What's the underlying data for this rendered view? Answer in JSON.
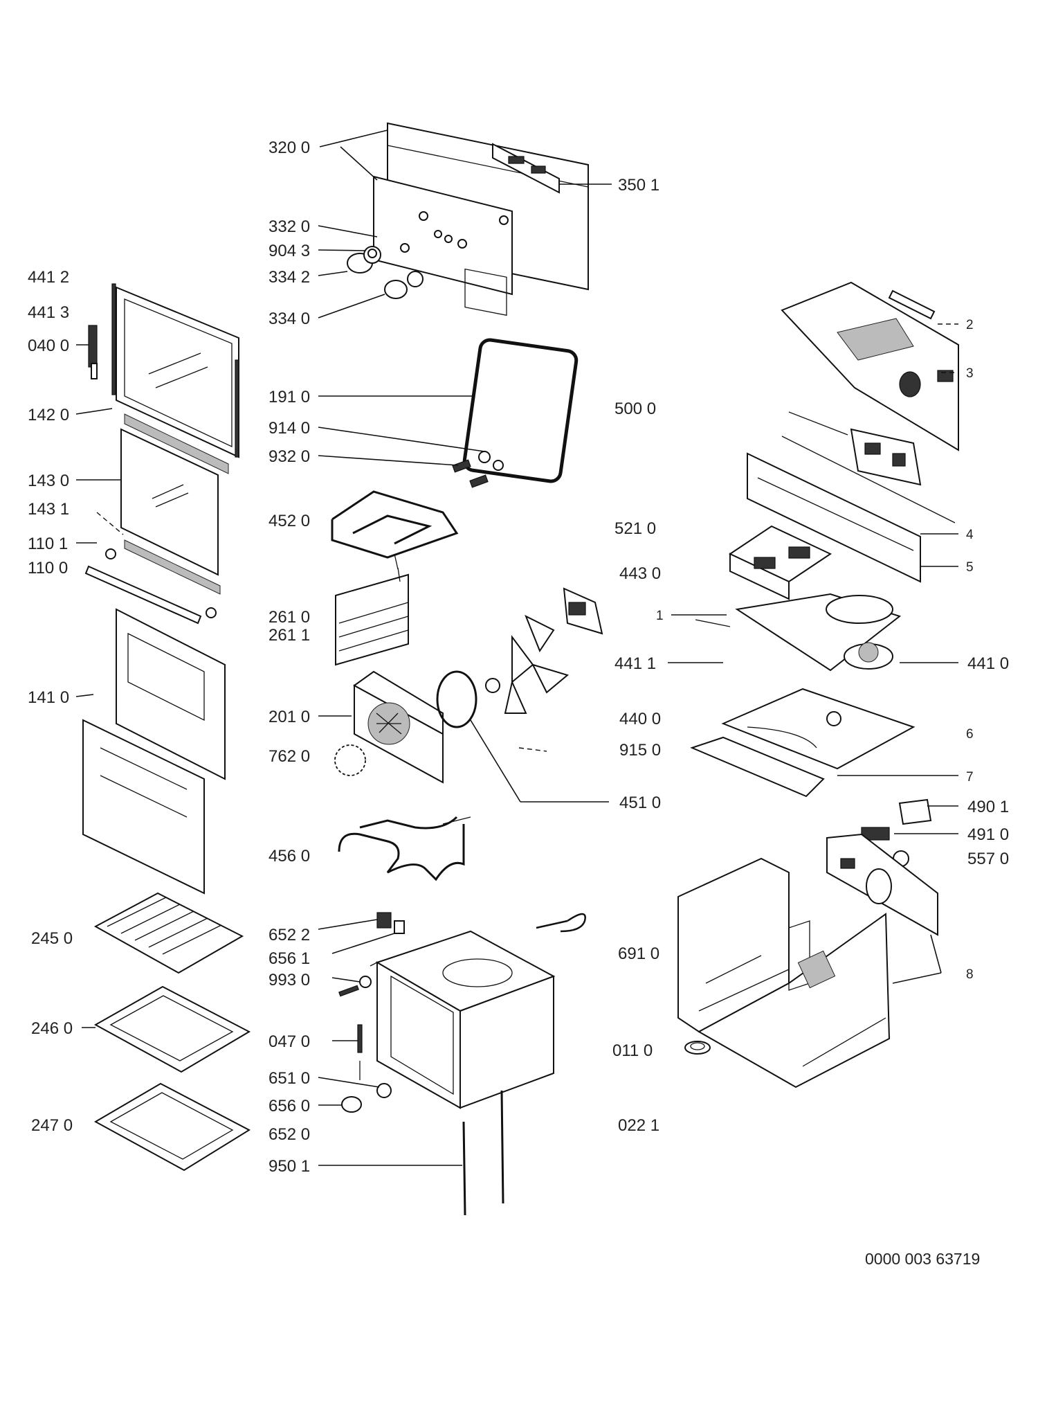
{
  "labels": {
    "320_0": "320 0",
    "350_1": "350 1",
    "332_0": "332 0",
    "904_3": "904 3",
    "334_2": "334 2",
    "334_0": "334 0",
    "441_2": "441 2",
    "441_3": "441 3",
    "040_0": "040 0",
    "142_0": "142 0",
    "143_0": "143 0",
    "143_1": "143 1",
    "110_1": "110 1",
    "110_0": "110 0",
    "141_0": "141 0",
    "245_0": "245 0",
    "246_0": "246 0",
    "247_0": "247 0",
    "191_0": "191 0",
    "914_0": "914 0",
    "932_0": "932 0",
    "452_0": "452 0",
    "261_0": "261 0",
    "261_1": "261 1",
    "201_0": "201 0",
    "762_0": "762 0",
    "456_0": "456 0",
    "652_2": "652 2",
    "656_1": "656 1",
    "993_0": "993 0",
    "047_0": "047 0",
    "651_0": "651 0",
    "656_0": "656 0",
    "652_0": "652 0",
    "950_1": "950 1",
    "500_0": "500 0",
    "521_0": "521 0",
    "443_0": "443 0",
    "441_1": "441 1",
    "440_0": "440 0",
    "915_0": "915 0",
    "451_0": "451 0",
    "691_0": "691 0",
    "011_0": "011 0",
    "022_1": "022 1",
    "441_0": "441 0",
    "490_1": "490 1",
    "491_0": "491 0",
    "557_0": "557 0",
    "n2": "2",
    "n3": "3",
    "n4": "4",
    "n5": "5",
    "n1": "1",
    "n6": "6",
    "n7": "7",
    "n8": "8"
  },
  "document_number": "0000 003 63719"
}
